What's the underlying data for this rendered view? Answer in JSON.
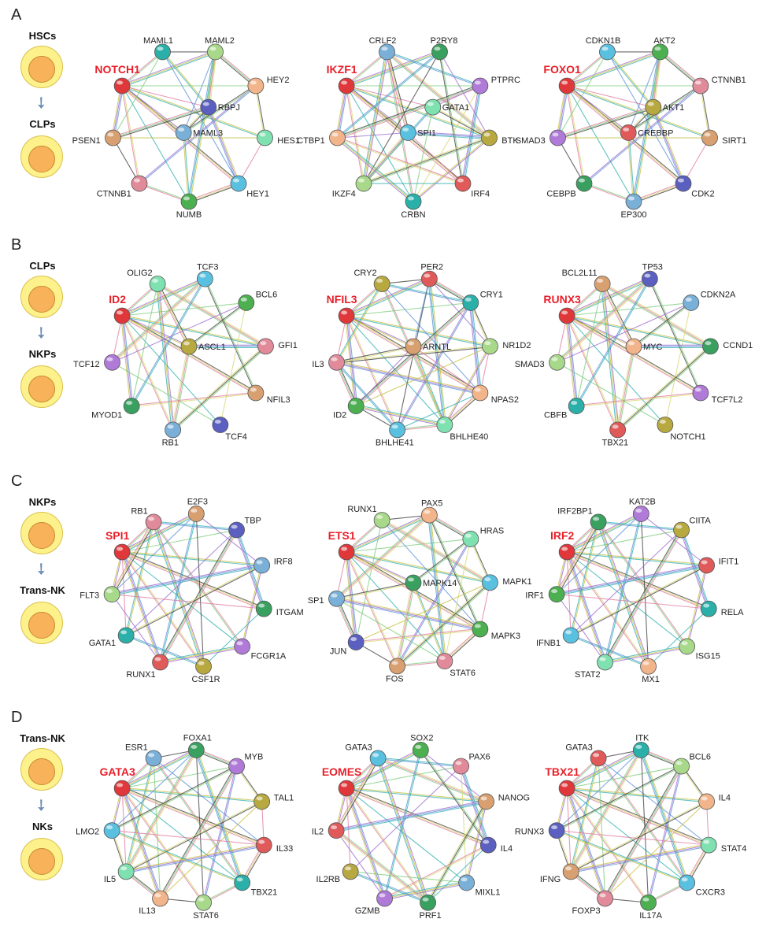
{
  "panels": [
    {
      "letter": "A",
      "from": "HSCs",
      "to": "CLPs",
      "networks": [
        {
          "hub": "NOTCH1",
          "nodes": [
            "MAML1",
            "MAML2",
            "HEY2",
            "HES1",
            "HEY1",
            "NUMB",
            "CTNNB1",
            "PSEN1"
          ],
          "inner_nodes": [
            "RBPJ",
            "MAML3"
          ]
        },
        {
          "hub": "IKZF1",
          "nodes": [
            "CRLF2",
            "P2RY8",
            "PTPRC",
            "BTK",
            "IRF4",
            "CRBN",
            "IKZF4",
            "CTBP1"
          ],
          "inner_nodes": [
            "GATA1",
            "SPI1"
          ]
        },
        {
          "hub": "FOXO1",
          "nodes": [
            "CDKN1B",
            "AKT2",
            "CTNNB1",
            "SIRT1",
            "CDK2",
            "EP300",
            "CEBPB",
            "SMAD3"
          ],
          "inner_nodes": [
            "AKT1",
            "CREBBP"
          ]
        }
      ]
    },
    {
      "letter": "B",
      "from": "CLPs",
      "to": "NKPs",
      "networks": [
        {
          "hub": "ID2",
          "nodes": [
            "OLIG2",
            "TCF3",
            "BCL6",
            "GFI1",
            "NFIL3",
            "TCF4",
            "RB1",
            "MYOD1",
            "TCF12"
          ],
          "inner_nodes": [
            "ASCL1"
          ]
        },
        {
          "hub": "NFIL3",
          "nodes": [
            "CRY2",
            "PER2",
            "CRY1",
            "NR1D2",
            "NPAS2",
            "BHLHE40",
            "BHLHE41",
            "ID2",
            "IL3"
          ],
          "inner_nodes": [
            "ARNTL"
          ]
        },
        {
          "hub": "RUNX3",
          "nodes": [
            "BCL2L11",
            "TP53",
            "CDKN2A",
            "CCND1",
            "TCF7L2",
            "NOTCH1",
            "TBX21",
            "CBFB",
            "SMAD3"
          ],
          "inner_nodes": [
            "MYC"
          ]
        }
      ]
    },
    {
      "letter": "C",
      "from": "NKPs",
      "to": "Trans-NK",
      "networks": [
        {
          "hub": "SPI1",
          "nodes": [
            "RB1",
            "E2F3",
            "TBP",
            "IRF8",
            "ITGAM",
            "FCGR1A",
            "CSF1R",
            "RUNX1",
            "GATA1",
            "FLT3"
          ],
          "inner_nodes": []
        },
        {
          "hub": "ETS1",
          "nodes": [
            "RUNX1",
            "PAX5",
            "HRAS",
            "MAPK1",
            "MAPK3",
            "STAT6",
            "FOS",
            "JUN",
            "SP1"
          ],
          "inner_nodes": [
            "MAPK14"
          ]
        },
        {
          "hub": "IRF2",
          "nodes": [
            "IRF2BP1",
            "KAT2B",
            "CIITA",
            "IFIT1",
            "RELA",
            "ISG15",
            "MX1",
            "STAT2",
            "IFNB1",
            "IRF1"
          ],
          "inner_nodes": []
        }
      ]
    },
    {
      "letter": "D",
      "from": "Trans-NK",
      "to": "NKs",
      "networks": [
        {
          "hub": "GATA3",
          "nodes": [
            "ESR1",
            "FOXA1",
            "MYB",
            "TAL1",
            "IL33",
            "TBX21",
            "STAT6",
            "IL13",
            "IL5",
            "LMO2"
          ],
          "inner_nodes": []
        },
        {
          "hub": "EOMES",
          "nodes": [
            "GATA3",
            "SOX2",
            "PAX6",
            "NANOG",
            "IL4",
            "MIXL1",
            "PRF1",
            "GZMB",
            "IL2RB",
            "IL2"
          ],
          "inner_nodes": []
        },
        {
          "hub": "TBX21",
          "nodes": [
            "GATA3",
            "ITK",
            "BCL6",
            "IL4",
            "STAT4",
            "CXCR3",
            "IL17A",
            "FOXP3",
            "IFNG",
            "RUNX3"
          ],
          "inner_nodes": []
        }
      ]
    }
  ],
  "colors": {
    "hub_label": "#e8202a",
    "cell": "#fdf18c",
    "nucleus": "#f8b35a",
    "arrow": "#6a8db5"
  }
}
